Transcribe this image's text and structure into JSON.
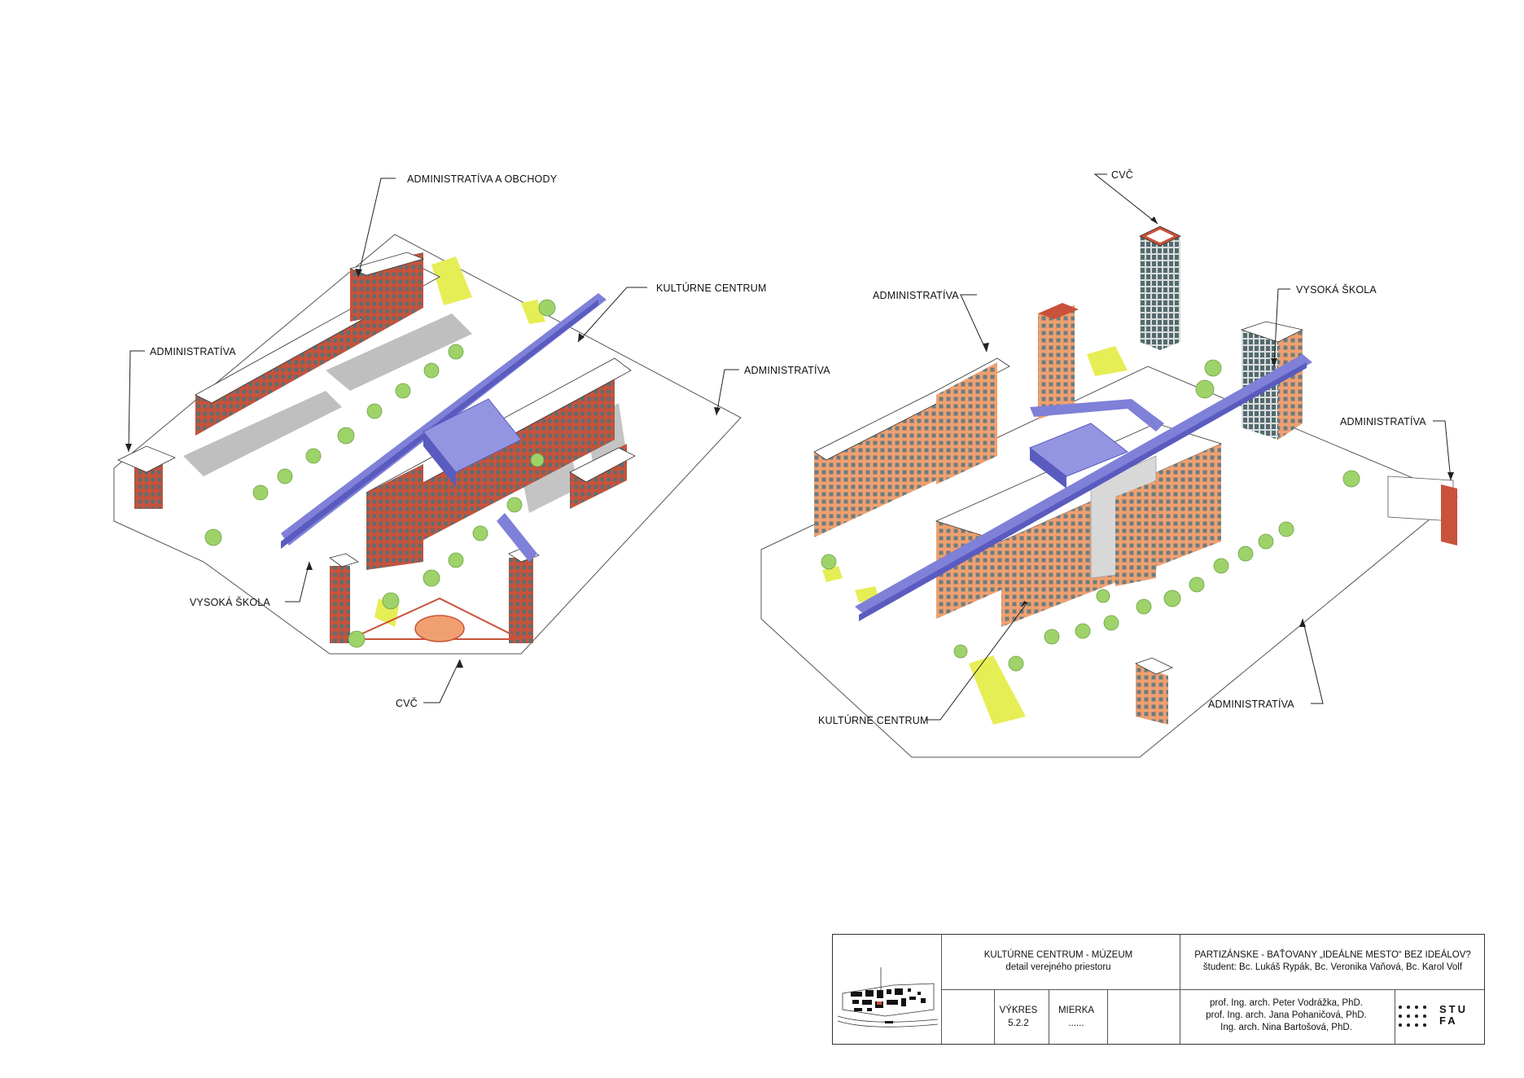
{
  "labels": {
    "left": {
      "admin_obchody": "ADMINISTRATÍVA A OBCHODY",
      "kulturne_centrum": "KULTÚRNE CENTRUM",
      "administrativa_west": "ADMINISTRATÍVA",
      "administrativa_east": "ADMINISTRATÍVA",
      "vysoka_skola": "VYSOKÁ ŠKOLA",
      "cvc": "CVČ"
    },
    "right": {
      "cvc": "CVČ",
      "administrativa_north": "ADMINISTRATÍVA",
      "vysoka_skola": "VYSOKÁ ŠKOLA",
      "administrativa_east": "ADMINISTRATÍVA",
      "kulturne_centrum": "KULTÚRNE CENTRUM",
      "administrativa_south": "ADMINISTRATÍVA"
    }
  },
  "title_block": {
    "title_line1": "KULTÚRNE CENTRUM - MÚZEUM",
    "title_line2": "detail verejného priestoru",
    "project_line1": "PARTIZÁNSKE - BAŤOVANY „IDEÁLNE MESTO“ BEZ IDEÁLOV?",
    "project_line2": "študent: Bc. Lukáš Rypák, Bc. Veronika Vaňová, Bc. Karol Volf",
    "vykres_label": "VÝKRES",
    "vykres_value": "5.2.2",
    "mierka_label": "MIERKA",
    "mierka_value": "......",
    "prof1": "prof. Ing. arch. Peter Vodrážka, PhD.",
    "prof2": "prof. Ing. arch. Jana Pohaničová, PhD.",
    "prof3": "Ing. arch. Nina Bartošová, PhD.",
    "logo_line1": "STU",
    "logo_line2": "FA"
  },
  "colors": {
    "brick": "#c8523a",
    "brick_light": "#f0a070",
    "roof": "#ffffff",
    "bridge": "#7f80d8",
    "bridge_dark": "#5a5bbf",
    "tree": "#9ed36a",
    "yellow": "#e6ee55",
    "shadow": "#bdbdbd",
    "glass": "#556b6b"
  }
}
